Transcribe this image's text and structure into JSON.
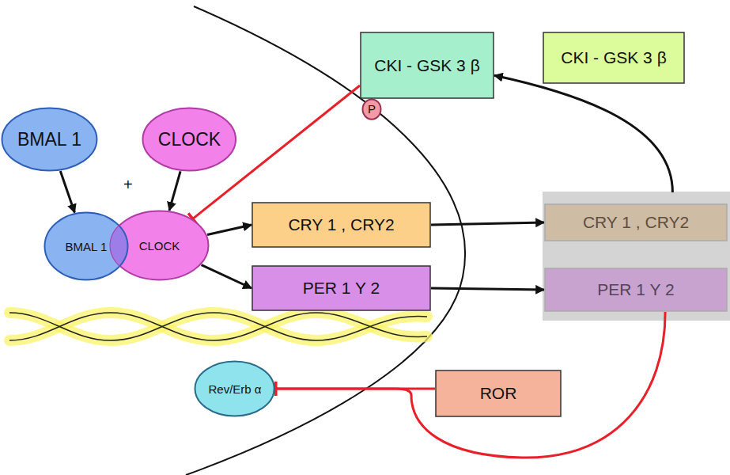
{
  "diagram": {
    "nodes": [
      {
        "text": [
          "BMAL 1"
        ]
      },
      {
        "text": [
          "CLOCK"
        ]
      },
      {
        "text": [
          "BMAL 1"
        ]
      },
      {
        "text": [
          "CLOCK"
        ]
      },
      {
        "text": [
          "CKI - GSK 3 β"
        ]
      },
      {
        "text": [
          "CKI - GSK 3 β"
        ]
      },
      {
        "text": [
          "CRY 1 , CRY2"
        ]
      },
      {
        "text": [
          "PER 1 Y 2"
        ]
      },
      {
        "text": [
          "CRY 1 , CRY2"
        ]
      },
      {
        "text": [
          "PER 1 Y 2"
        ]
      },
      {
        "text": [
          "Rev/Erb α"
        ]
      },
      {
        "text": [
          "ROR"
        ]
      },
      {
        "text": [
          "P"
        ]
      }
    ],
    "edges": [
      {
        "from": 0,
        "to": 2,
        "arrow": "to"
      },
      {
        "from": 1,
        "to": 3,
        "arrow": "to"
      },
      {
        "from": 4,
        "to": 3,
        "arrow": "to"
      },
      {
        "from": 3,
        "to": 6,
        "arrow": "to"
      },
      {
        "from": 3,
        "to": 7,
        "arrow": "to"
      },
      {
        "from": 6,
        "to": 8,
        "arrow": "to"
      },
      {
        "from": 7,
        "to": 9,
        "arrow": "to"
      },
      {
        "from": 8,
        "to": 4,
        "arrow": "to"
      },
      {
        "from": 9,
        "to": 10,
        "arrow": "to"
      },
      {
        "from": 11,
        "to": 10,
        "arrow": "to"
      },
      {
        "from": 4,
        "to": 12,
        "arrow": "none"
      }
    ],
    "labels": [
      "+"
    ]
  }
}
